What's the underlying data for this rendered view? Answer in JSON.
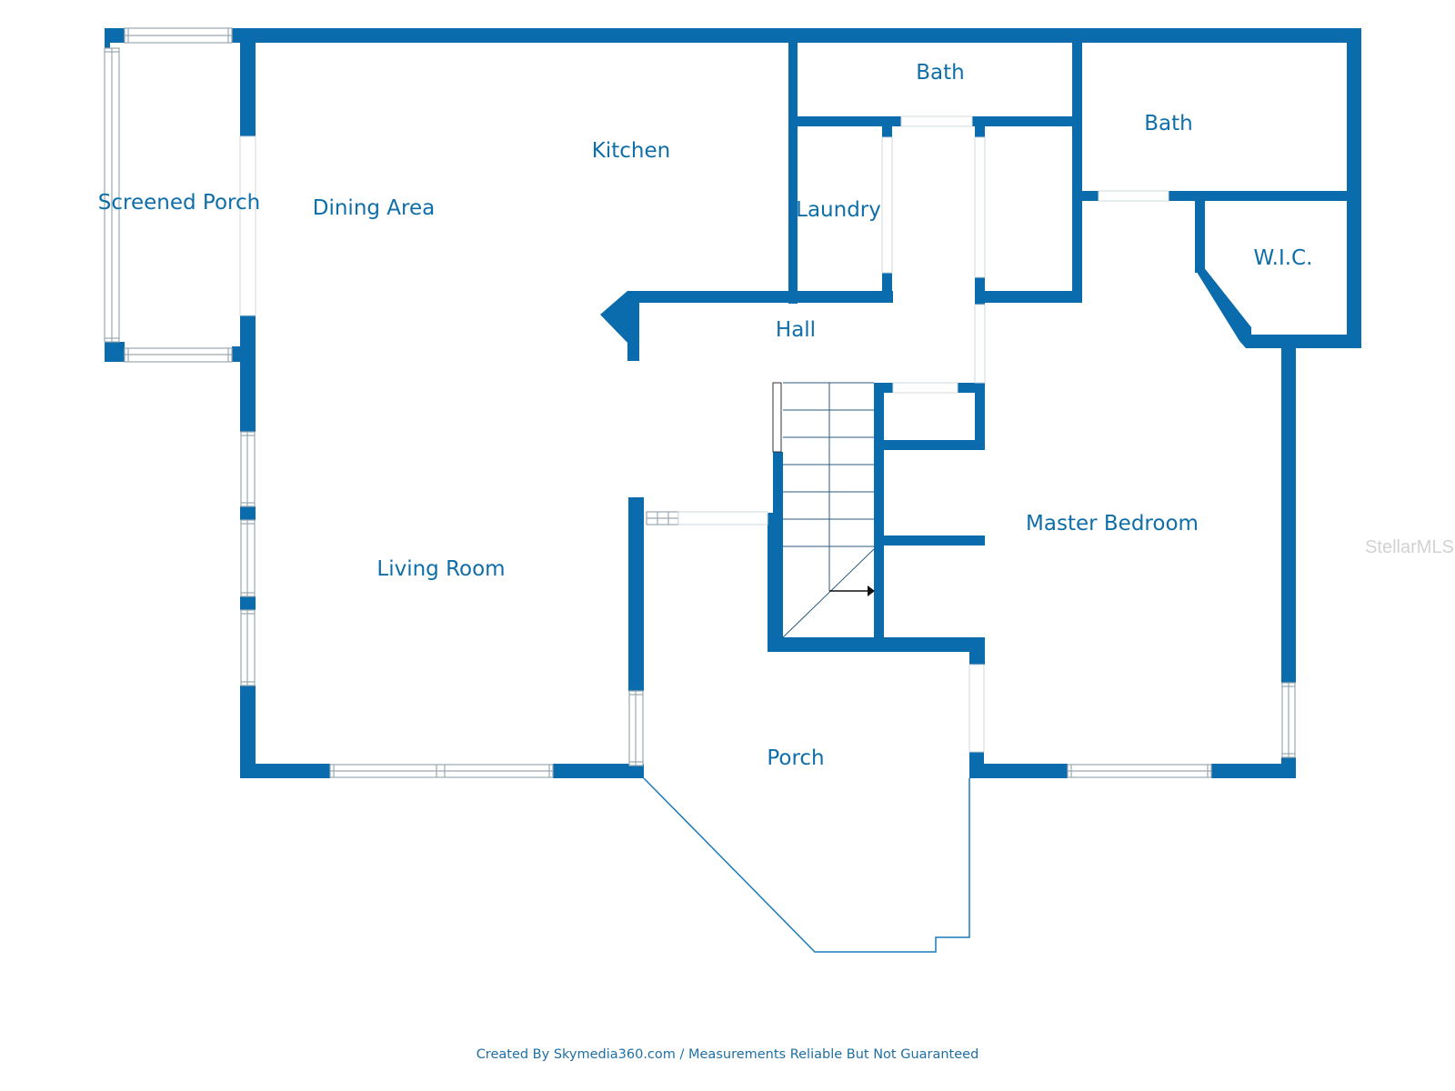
{
  "colors": {
    "wall": "#0a6bad",
    "label": "#0f6ea8",
    "window_frame": "#9aa8b0",
    "porch_line": "#1a7ab8",
    "watermark": "#d2d2d2",
    "background": "#ffffff"
  },
  "rooms": {
    "screened_porch": "Screened Porch",
    "dining_area": "Dining Area",
    "kitchen": "Kitchen",
    "bath_1": "Bath",
    "bath_2": "Bath",
    "laundry": "Laundry",
    "wic": "W.I.C.",
    "hall": "Hall",
    "master_bedroom": "Master Bedroom",
    "living_room": "Living Room",
    "porch": "Porch"
  },
  "footer": {
    "credit": "Created By Skymedia360.com / Measurements Reliable But Not Guaranteed"
  },
  "watermark": {
    "text": "StellarMLS"
  }
}
